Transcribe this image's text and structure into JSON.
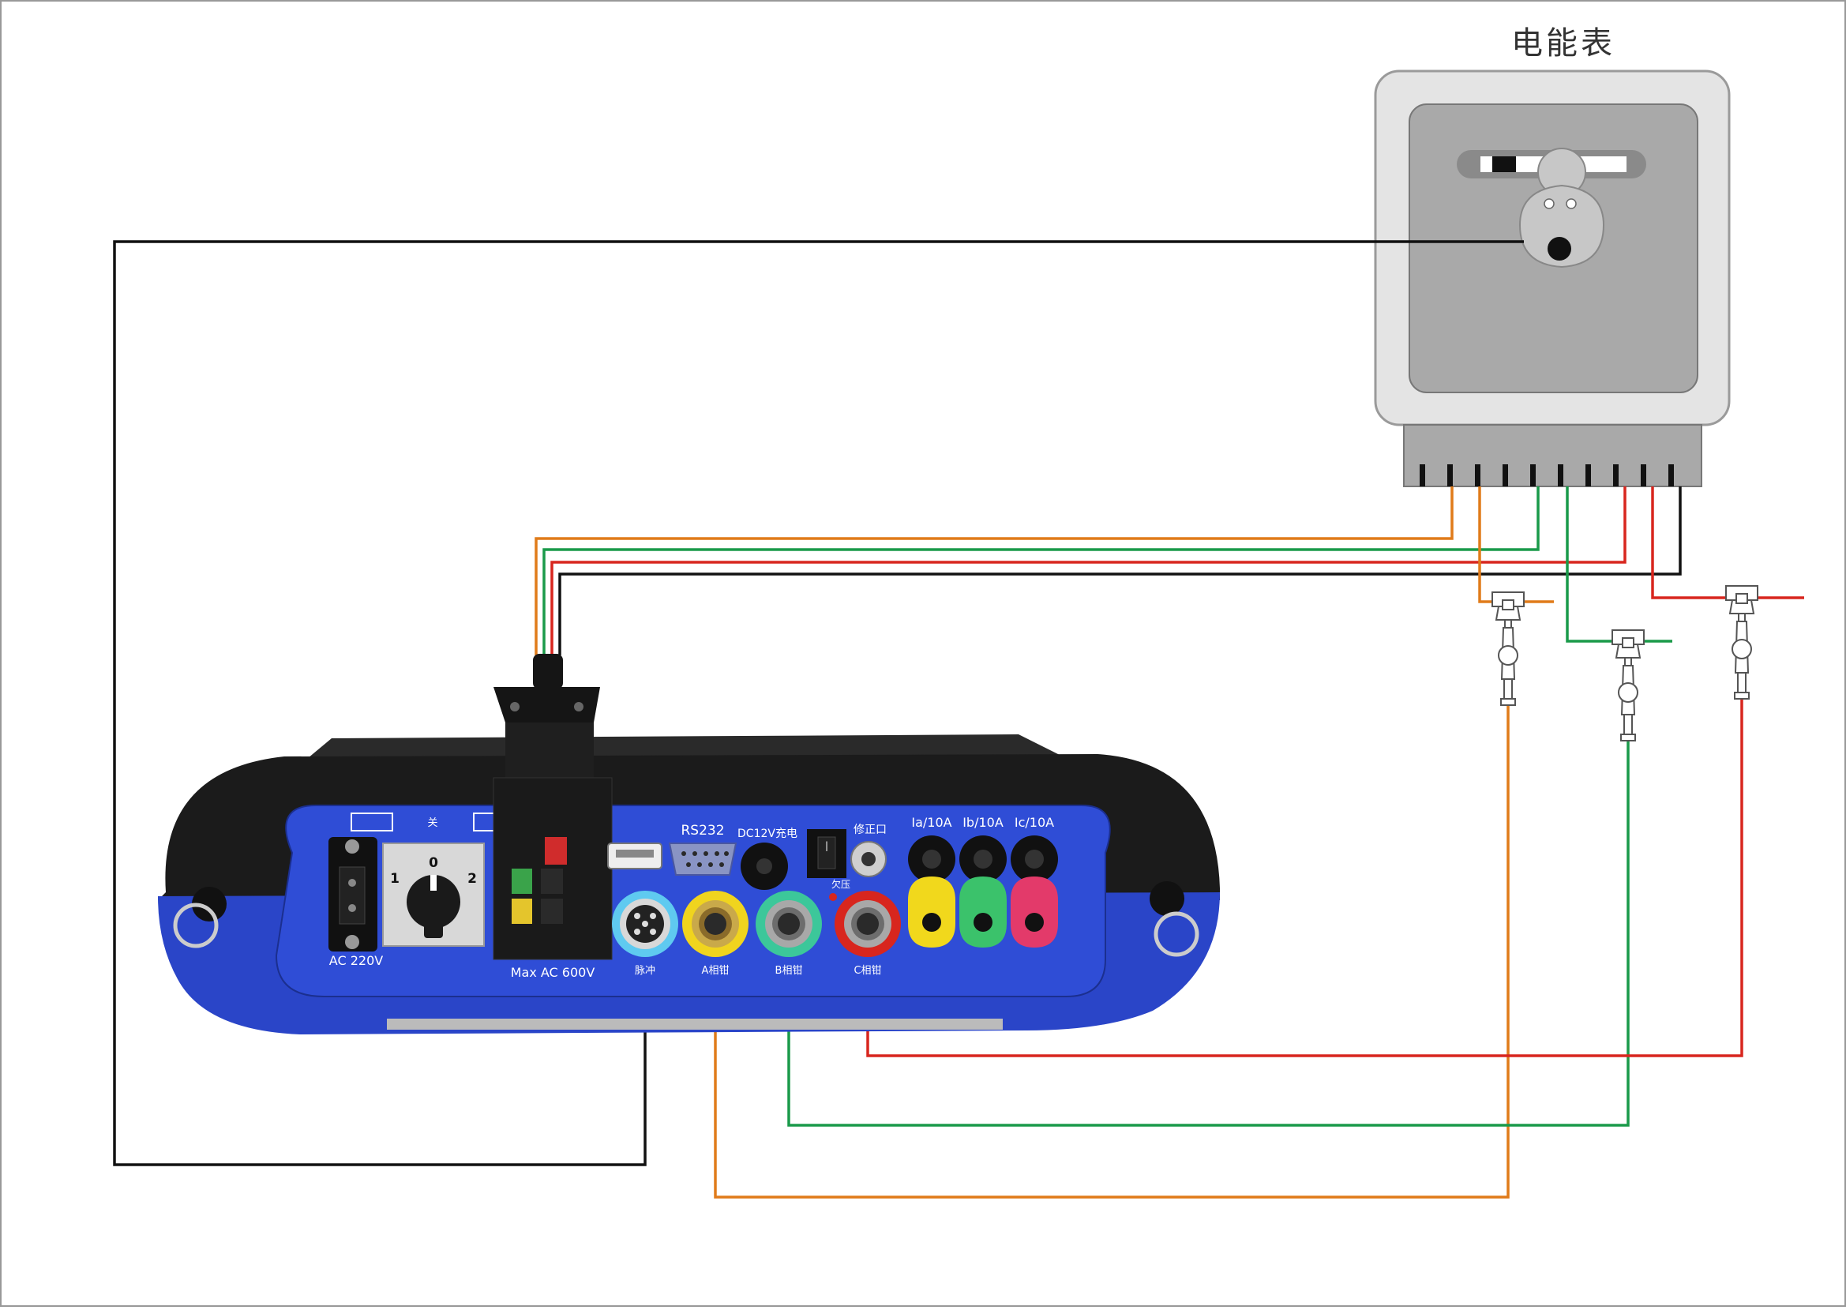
{
  "meter": {
    "title": "电能表"
  },
  "device": {
    "power_label": "AC 220V",
    "switch_top_label": "关",
    "switch_positions": [
      "1",
      "0",
      "2"
    ],
    "voltage_connector_label": "Max AC 600V",
    "rs232_label": "RS232",
    "dc_label": "DC12V充电",
    "calib_label": "修正口",
    "undervoltage_label": "欠压",
    "current_labels": [
      "Ia/10A",
      "Ib/10A",
      "Ic/10A"
    ],
    "port_labels": [
      "脉冲",
      "A相钳",
      "B相钳",
      "C相钳"
    ]
  },
  "colors": {
    "phase_a": "#e07b1a",
    "phase_b": "#1a9a4a",
    "phase_c": "#d8261e",
    "neutral": "#111111",
    "device_blue": "#2c47c9",
    "meter_gray": "#a9a9a9"
  }
}
